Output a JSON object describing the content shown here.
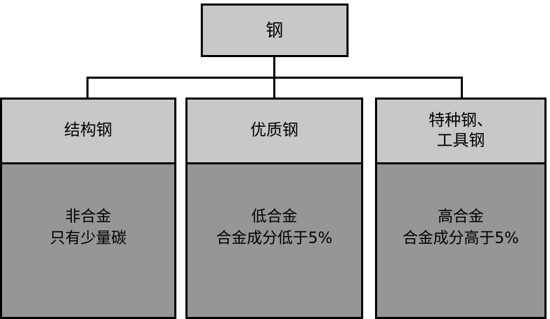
{
  "diagram": {
    "type": "hierarchy-tree",
    "orientation": "top-down",
    "colors": {
      "header_fill": "#c8c8c8",
      "body_fill": "#969696",
      "border": "#000000",
      "background": "#ffffff",
      "text": "#000000"
    },
    "root": {
      "label": "钢"
    },
    "children": [
      {
        "header": "结构钢",
        "body": "非合金\n只有少量碳"
      },
      {
        "header": "优质钢",
        "body": "低合金\n合金成分低于5%"
      },
      {
        "header": "特种钢、\n工具钢",
        "body": "高合金\n合金成分高于5%"
      }
    ]
  }
}
